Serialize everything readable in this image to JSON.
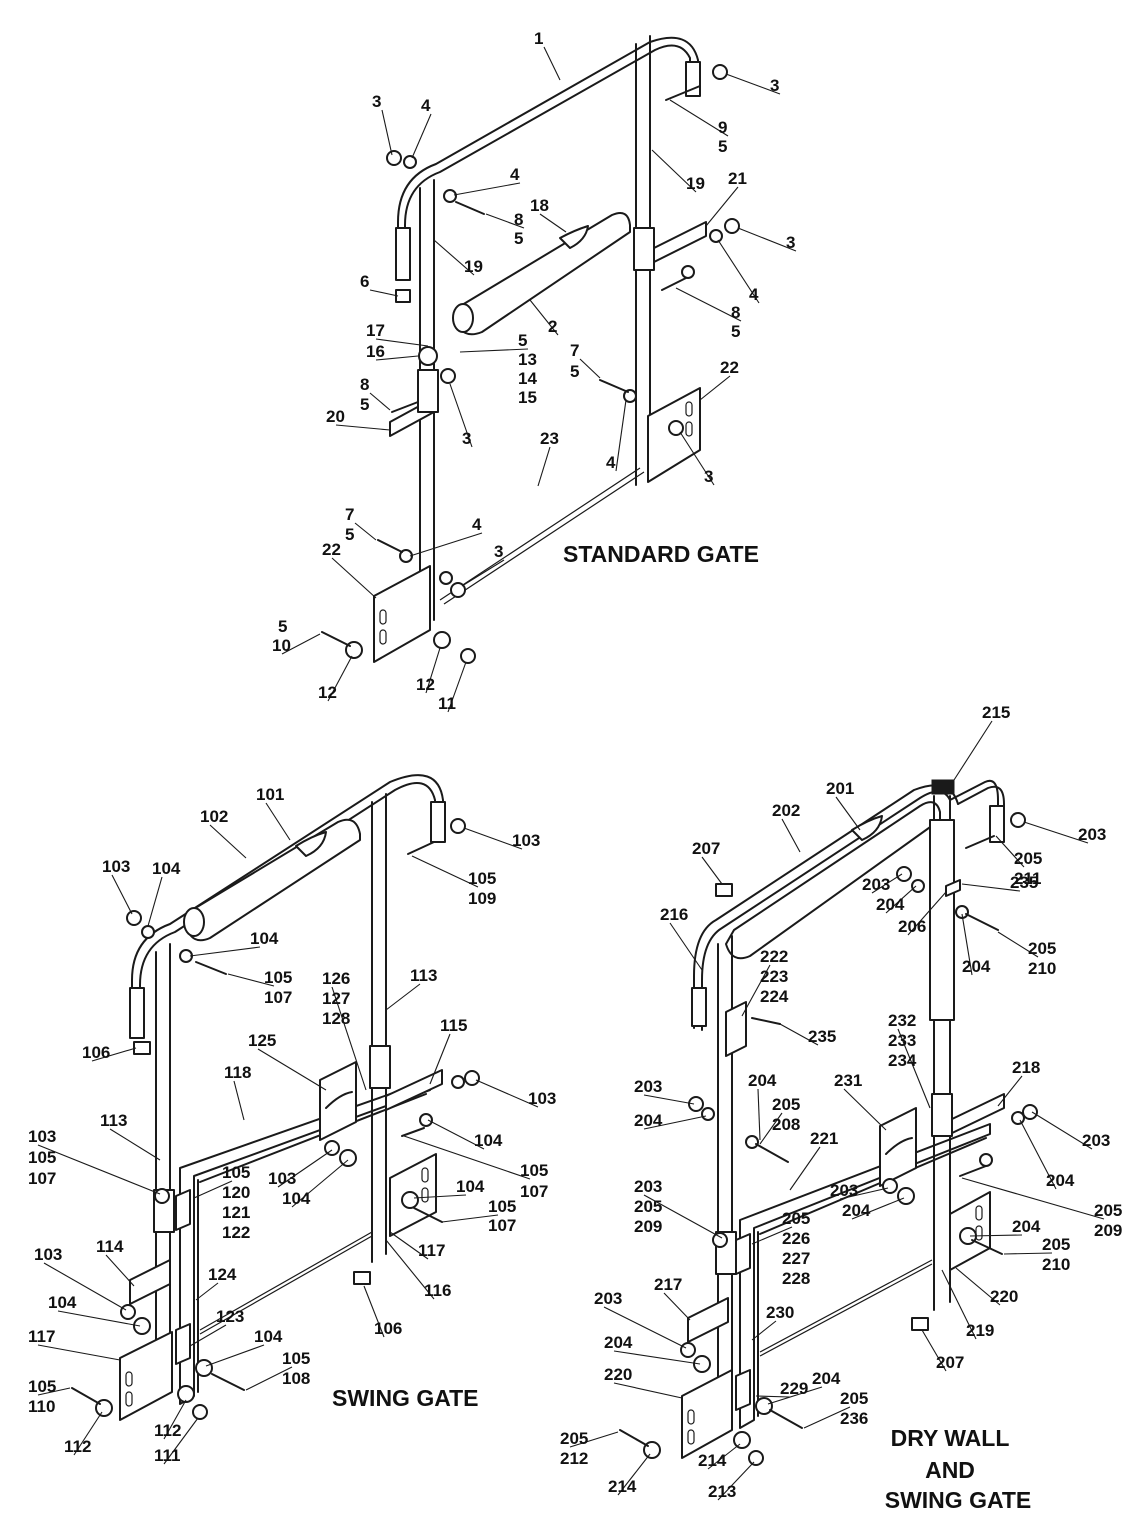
{
  "titles": {
    "standard": "STANDARD GATE",
    "swing": "SWING GATE",
    "drywall_1": "DRY WALL",
    "drywall_2": "AND",
    "drywall_3": "SWING GATE"
  },
  "callouts": {
    "standard": [
      {
        "id": "s1",
        "text": "1"
      },
      {
        "id": "s3a",
        "text": "3"
      },
      {
        "id": "s3b",
        "text": "3"
      },
      {
        "id": "s4a",
        "text": "4"
      },
      {
        "id": "s9",
        "text": "9"
      },
      {
        "id": "s5a",
        "text": "5"
      },
      {
        "id": "s4b",
        "text": "4"
      },
      {
        "id": "s19a",
        "text": "19"
      },
      {
        "id": "s21",
        "text": "21"
      },
      {
        "id": "s8a",
        "text": "8"
      },
      {
        "id": "s5b",
        "text": "5"
      },
      {
        "id": "s18",
        "text": "18"
      },
      {
        "id": "s3c",
        "text": "3"
      },
      {
        "id": "s19b",
        "text": "19"
      },
      {
        "id": "s6",
        "text": "6"
      },
      {
        "id": "s4c",
        "text": "4"
      },
      {
        "id": "s8b",
        "text": "8"
      },
      {
        "id": "s5c",
        "text": "5"
      },
      {
        "id": "s2",
        "text": "2"
      },
      {
        "id": "s17",
        "text": "17"
      },
      {
        "id": "s16",
        "text": "16"
      },
      {
        "id": "s5d",
        "text": "5"
      },
      {
        "id": "s13",
        "text": "13"
      },
      {
        "id": "s14",
        "text": "14"
      },
      {
        "id": "s15",
        "text": "15"
      },
      {
        "id": "s7a",
        "text": "7"
      },
      {
        "id": "s5e",
        "text": "5"
      },
      {
        "id": "s22a",
        "text": "22"
      },
      {
        "id": "s8c",
        "text": "8"
      },
      {
        "id": "s5f",
        "text": "5"
      },
      {
        "id": "s20",
        "text": "20"
      },
      {
        "id": "s3d",
        "text": "3"
      },
      {
        "id": "s23",
        "text": "23"
      },
      {
        "id": "s4d",
        "text": "4"
      },
      {
        "id": "s3e",
        "text": "3"
      },
      {
        "id": "s7b",
        "text": "7"
      },
      {
        "id": "s5g",
        "text": "5"
      },
      {
        "id": "s4e",
        "text": "4"
      },
      {
        "id": "s22b",
        "text": "22"
      },
      {
        "id": "s3f",
        "text": "3"
      },
      {
        "id": "s5h",
        "text": "5"
      },
      {
        "id": "s10",
        "text": "10"
      },
      {
        "id": "s12a",
        "text": "12"
      },
      {
        "id": "s12b",
        "text": "12"
      },
      {
        "id": "s11",
        "text": "11"
      }
    ],
    "swing": [
      {
        "id": "w101",
        "text": "101"
      },
      {
        "id": "w102",
        "text": "102"
      },
      {
        "id": "w103a",
        "text": "103"
      },
      {
        "id": "w103b",
        "text": "103"
      },
      {
        "id": "w104a",
        "text": "104"
      },
      {
        "id": "w105a",
        "text": "105"
      },
      {
        "id": "w109",
        "text": "109"
      },
      {
        "id": "w104b",
        "text": "104"
      },
      {
        "id": "w105b",
        "text": "105"
      },
      {
        "id": "w107a",
        "text": "107"
      },
      {
        "id": "w126",
        "text": "126"
      },
      {
        "id": "w127",
        "text": "127"
      },
      {
        "id": "w128",
        "text": "128"
      },
      {
        "id": "w113a",
        "text": "113"
      },
      {
        "id": "w115",
        "text": "115"
      },
      {
        "id": "w106a",
        "text": "106"
      },
      {
        "id": "w125",
        "text": "125"
      },
      {
        "id": "w118",
        "text": "118"
      },
      {
        "id": "w103c",
        "text": "103"
      },
      {
        "id": "w113b",
        "text": "113"
      },
      {
        "id": "w104c",
        "text": "104"
      },
      {
        "id": "w103d",
        "text": "103"
      },
      {
        "id": "w105c",
        "text": "105"
      },
      {
        "id": "w107b",
        "text": "107"
      },
      {
        "id": "w105d",
        "text": "105"
      },
      {
        "id": "w120",
        "text": "120"
      },
      {
        "id": "w121",
        "text": "121"
      },
      {
        "id": "w122",
        "text": "122"
      },
      {
        "id": "w103e",
        "text": "103"
      },
      {
        "id": "w104d",
        "text": "104"
      },
      {
        "id": "w105e",
        "text": "105"
      },
      {
        "id": "w107c",
        "text": "107"
      },
      {
        "id": "w104e",
        "text": "104"
      },
      {
        "id": "w105f",
        "text": "105"
      },
      {
        "id": "w107d",
        "text": "107"
      },
      {
        "id": "w114",
        "text": "114"
      },
      {
        "id": "w117a",
        "text": "117"
      },
      {
        "id": "w124",
        "text": "124"
      },
      {
        "id": "w116",
        "text": "116"
      },
      {
        "id": "w103f",
        "text": "103"
      },
      {
        "id": "w106b",
        "text": "106"
      },
      {
        "id": "w123",
        "text": "123"
      },
      {
        "id": "w104f",
        "text": "104"
      },
      {
        "id": "w104g",
        "text": "104"
      },
      {
        "id": "w117b",
        "text": "117"
      },
      {
        "id": "w105g",
        "text": "105"
      },
      {
        "id": "w108",
        "text": "108"
      },
      {
        "id": "w105h",
        "text": "105"
      },
      {
        "id": "w110",
        "text": "110"
      },
      {
        "id": "w112a",
        "text": "112"
      },
      {
        "id": "w112b",
        "text": "112"
      },
      {
        "id": "w111",
        "text": "111"
      }
    ],
    "drywall": [
      {
        "id": "d215",
        "text": "215"
      },
      {
        "id": "d201",
        "text": "201"
      },
      {
        "id": "d202",
        "text": "202"
      },
      {
        "id": "d203a",
        "text": "203"
      },
      {
        "id": "d207a",
        "text": "207"
      },
      {
        "id": "d203b",
        "text": "203"
      },
      {
        "id": "d205a",
        "text": "205"
      },
      {
        "id": "d211",
        "text": "211"
      },
      {
        "id": "d204a",
        "text": "204"
      },
      {
        "id": "d235a",
        "text": "235"
      },
      {
        "id": "d206",
        "text": "206"
      },
      {
        "id": "d216",
        "text": "216"
      },
      {
        "id": "d205b",
        "text": "205"
      },
      {
        "id": "d210a",
        "text": "210"
      },
      {
        "id": "d204b",
        "text": "204"
      },
      {
        "id": "d222",
        "text": "222"
      },
      {
        "id": "d223",
        "text": "223"
      },
      {
        "id": "d224",
        "text": "224"
      },
      {
        "id": "d235b",
        "text": "235"
      },
      {
        "id": "d232",
        "text": "232"
      },
      {
        "id": "d233",
        "text": "233"
      },
      {
        "id": "d234",
        "text": "234"
      },
      {
        "id": "d218",
        "text": "218"
      },
      {
        "id": "d203c",
        "text": "203"
      },
      {
        "id": "d204c",
        "text": "204"
      },
      {
        "id": "d205c",
        "text": "205"
      },
      {
        "id": "d208",
        "text": "208"
      },
      {
        "id": "d231",
        "text": "231"
      },
      {
        "id": "d203d",
        "text": "203"
      },
      {
        "id": "d204d",
        "text": "204"
      },
      {
        "id": "d221",
        "text": "221"
      },
      {
        "id": "d204e",
        "text": "204"
      },
      {
        "id": "d203e",
        "text": "203"
      },
      {
        "id": "d205d",
        "text": "205"
      },
      {
        "id": "d209a",
        "text": "209"
      },
      {
        "id": "d205e",
        "text": "205"
      },
      {
        "id": "d226",
        "text": "226"
      },
      {
        "id": "d227",
        "text": "227"
      },
      {
        "id": "d228",
        "text": "228"
      },
      {
        "id": "d203f",
        "text": "203"
      },
      {
        "id": "d204f",
        "text": "204"
      },
      {
        "id": "d205f",
        "text": "205"
      },
      {
        "id": "d209b",
        "text": "209"
      },
      {
        "id": "d204g",
        "text": "204"
      },
      {
        "id": "d205g",
        "text": "205"
      },
      {
        "id": "d210b",
        "text": "210"
      },
      {
        "id": "d217",
        "text": "217"
      },
      {
        "id": "d203g",
        "text": "203"
      },
      {
        "id": "d230",
        "text": "230"
      },
      {
        "id": "d220a",
        "text": "220"
      },
      {
        "id": "d219",
        "text": "219"
      },
      {
        "id": "d204h",
        "text": "204"
      },
      {
        "id": "d207b",
        "text": "207"
      },
      {
        "id": "d229",
        "text": "229"
      },
      {
        "id": "d220b",
        "text": "220"
      },
      {
        "id": "d204i",
        "text": "204"
      },
      {
        "id": "d205h",
        "text": "205"
      },
      {
        "id": "d236",
        "text": "236"
      },
      {
        "id": "d205i",
        "text": "205"
      },
      {
        "id": "d212",
        "text": "212"
      },
      {
        "id": "d214a",
        "text": "214"
      },
      {
        "id": "d214b",
        "text": "214"
      },
      {
        "id": "d213",
        "text": "213"
      }
    ]
  }
}
